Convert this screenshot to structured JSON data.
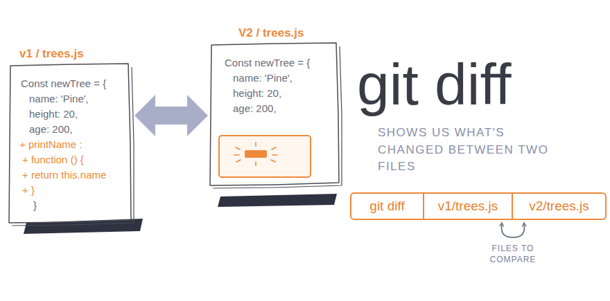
{
  "diagram": {
    "title": "git diff",
    "nodes": [
      {
        "text": [
          "v1 / trees.js",
          "Const newTree = {",
          "name: 'Pine',",
          "height: 20,",
          "age: 200,",
          "+ printName :",
          "+ function () {",
          "+ return this.name",
          "+ }",
          "}"
        ]
      },
      {
        "text": [
          "V2 / trees.js",
          "Const newTree = {",
          "name: 'Pine',",
          "height: 20,",
          "age: 200,"
        ]
      },
      {
        "text": [
          "git diff"
        ]
      },
      {
        "text": [
          "v1/trees.js"
        ]
      },
      {
        "text": [
          "v2/trees.js"
        ]
      }
    ],
    "edges": [
      {
        "from": 0,
        "to": 1,
        "arrow": "both"
      },
      {
        "from": 3,
        "to": 4,
        "arrow": "both"
      }
    ],
    "labels": [
      "SHOWS US WHAT'S CHANGED BETWEEN TWO FILES",
      "FILES TO COMPARE"
    ]
  }
}
